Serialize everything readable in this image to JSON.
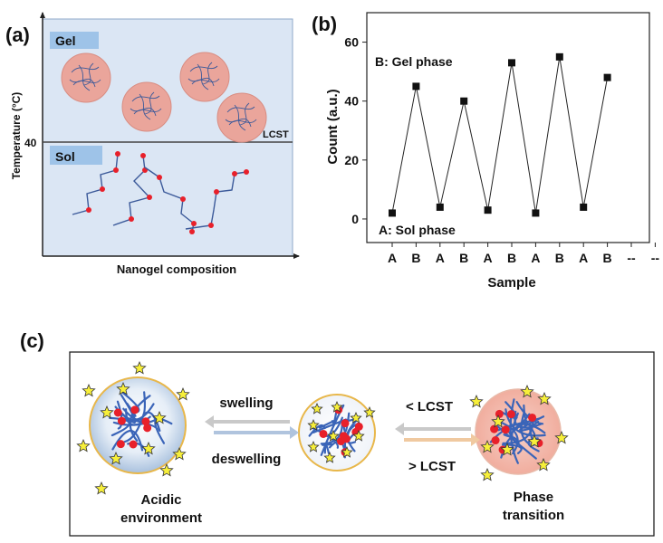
{
  "panel_a": {
    "letter": "(a)",
    "gel_label": "Gel",
    "sol_label": "Sol",
    "lcst_label": "LCST",
    "y_tick": "40",
    "ylabel": "Temperature (°C)",
    "xlabel": "Nanogel composition",
    "colors": {
      "region": "#dbe6f4",
      "label_box": "#9ec3e8",
      "particle": "#eaa59b",
      "chain": "#3c5a9a",
      "bead": "#e8202a"
    }
  },
  "panel_b": {
    "letter": "(b)",
    "annotation_gel": "B: Gel phase",
    "annotation_sol": "A: Sol phase",
    "extra_ticks": [
      "--",
      "--"
    ]
  },
  "chart_data": {
    "type": "line",
    "title": "",
    "xlabel": "Sample",
    "ylabel": "Count (a.u.)",
    "categories": [
      "A",
      "B",
      "A",
      "B",
      "A",
      "B",
      "A",
      "B",
      "A",
      "B"
    ],
    "values": [
      2,
      45,
      4,
      40,
      3,
      53,
      2,
      55,
      4,
      48
    ],
    "ylim": [
      -8,
      70
    ],
    "yticks": [
      0,
      20,
      40,
      60
    ],
    "grid": false,
    "marker": "square"
  },
  "panel_c": {
    "letter": "(c)",
    "swelling": "swelling",
    "deswelling": "deswelling",
    "less_lcst": "< LCST",
    "greater_lcst": "> LCST",
    "left_caption": [
      "Acidic",
      "environment"
    ],
    "right_caption": [
      "Phase",
      "transition"
    ],
    "colors": {
      "star": "#f7ef3a",
      "star_stroke": "#333333",
      "bead": "#e8202a",
      "chain": "#3a64b8"
    }
  }
}
